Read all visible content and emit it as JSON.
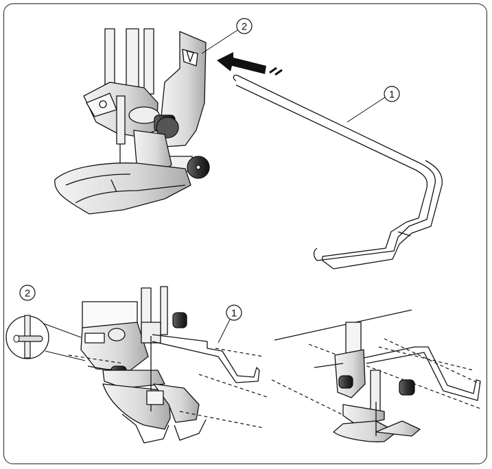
{
  "callouts": [
    {
      "id": "edge-guide",
      "number": "1"
    },
    {
      "id": "guide-hole",
      "number": "2"
    }
  ],
  "colors": {
    "line": "#111111",
    "metal_light": "#e6e6e6",
    "metal_mid": "#bdbdbd",
    "knob_dark": "#333333",
    "arrow": "#111111",
    "frame": "#222222"
  },
  "icons": [
    "insert-arrow-icon",
    "presser-foot-drawing",
    "quilting-guide-bar-drawing",
    "magnified-pin-detail"
  ]
}
